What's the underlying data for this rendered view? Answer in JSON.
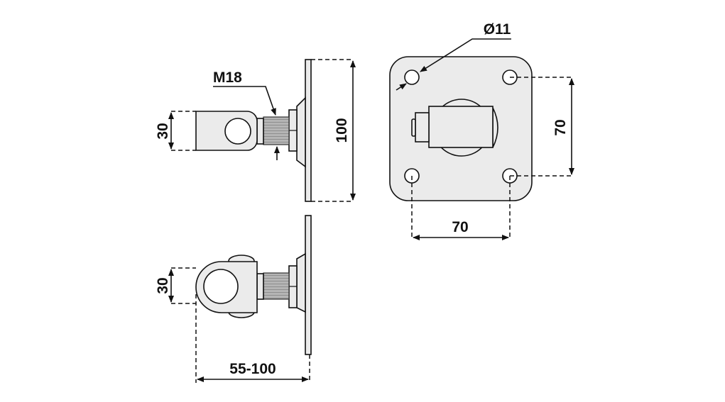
{
  "title": "Gate hinge eye bolt with mounting plate - technical drawing",
  "dimensions": {
    "thread": "M18",
    "eye_height_top": "30",
    "plate_height": "100",
    "hole_diameter": "Ø11",
    "hole_spacing_vertical": "70",
    "hole_spacing_horizontal": "70",
    "eye_height_bottom": "30",
    "adjustable_length": "55-100"
  }
}
